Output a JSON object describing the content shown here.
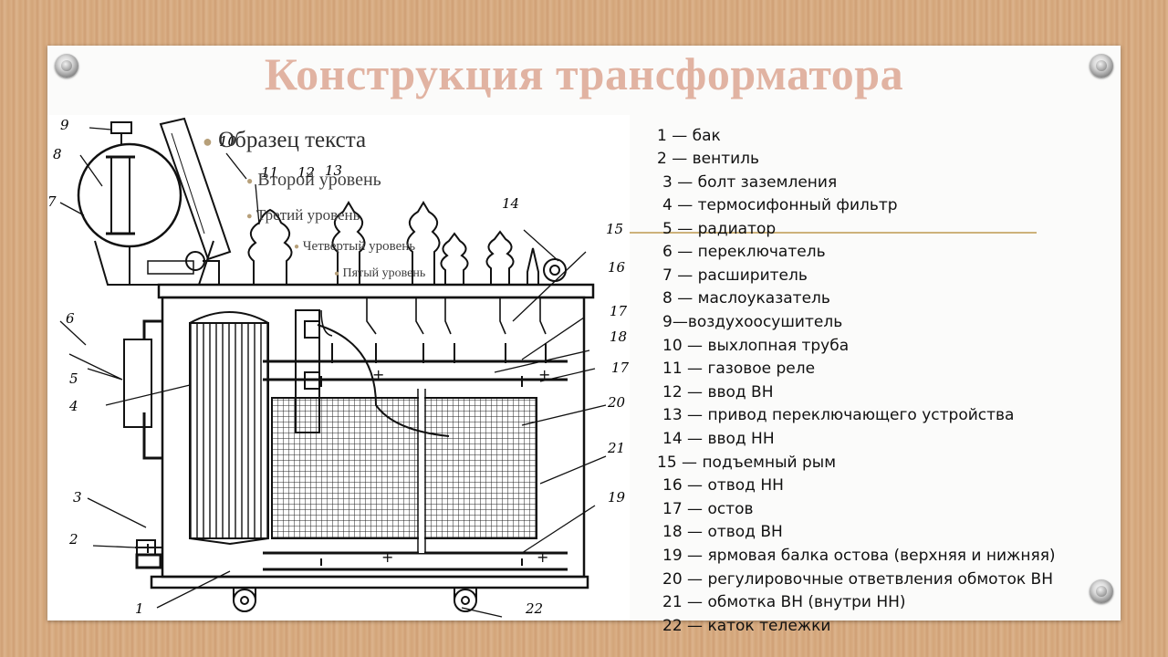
{
  "slide": {
    "title": "Конструкция трансформатора",
    "placeholder": {
      "level1": "Образец текста",
      "level2": "Второй уровень",
      "level3": "Третий уровень",
      "level4": "Четвертый уровень",
      "level5": "Пятый уровень"
    }
  },
  "diagram": {
    "labels": [
      "1",
      "2",
      "3",
      "4",
      "5",
      "6",
      "7",
      "8",
      "9",
      "10",
      "11",
      "12",
      "13",
      "14",
      "15",
      "16",
      "17",
      "18",
      "19",
      "20",
      "21",
      "22"
    ]
  },
  "legend": {
    "items": [
      "1 — бак",
      "2 — вентиль",
      "3 — болт заземления",
      "4 — термосифонный фильтр",
      "5 — радиатор",
      "6 — переключатель",
      "7 — расширитель",
      "8 — маслоуказатель",
      "9—воздухоосушитель",
      "10 — выхлопная труба",
      "11 — газовое реле",
      "12 — ввод ВН",
      "13 — привод переключающего устройства",
      "14 — ввод НН",
      "15 — подъемный рым",
      "16 — отвод НН",
      "17 — остов",
      "18 — отвод ВН",
      "19 — ярмовая балка остова (верхняя и нижняя)",
      "20 — регулировочные ответвления  обмоток ВН",
      "21 — обмотка  ВН   (внутри  НН)",
      "22 — каток тележки"
    ]
  }
}
